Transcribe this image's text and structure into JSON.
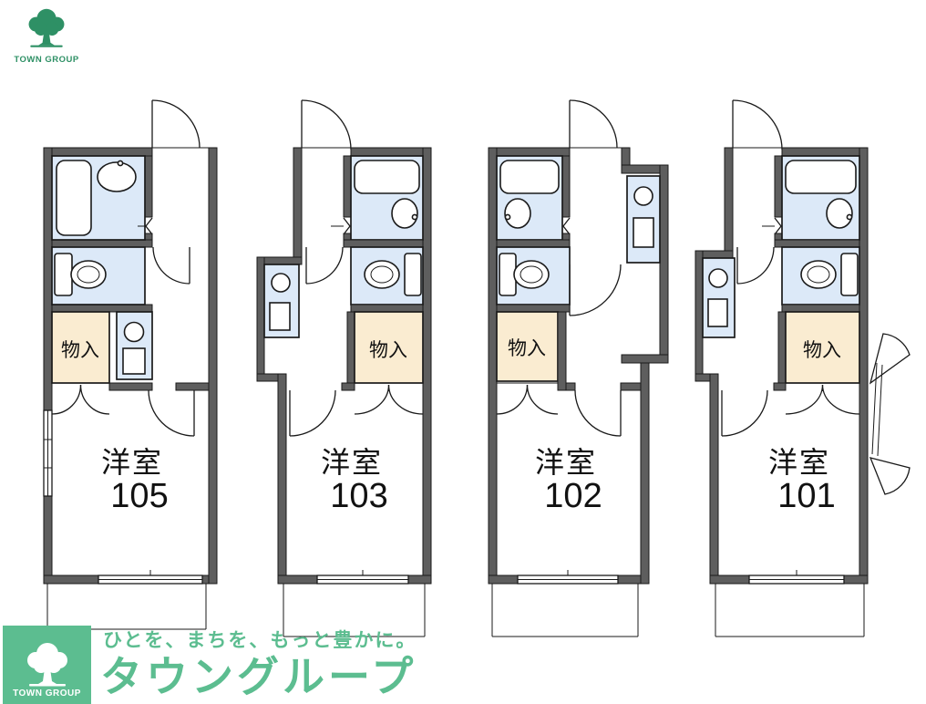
{
  "brand": {
    "top_logo_text": "TOWN GROUP",
    "footer": {
      "logo_text": "TOWN GROUP",
      "tagline": "ひとを、まちを、もっと豊かに。",
      "company": "タウングループ",
      "green": "#5cbd90",
      "logo_green": "#2e9065"
    }
  },
  "plan": {
    "closet_label": "物入",
    "room_label": "洋室",
    "units": [
      {
        "room_number": "105"
      },
      {
        "room_number": "103"
      },
      {
        "room_number": "102"
      },
      {
        "room_number": "101"
      }
    ],
    "colors": {
      "wall": "#5e5e5e",
      "fixture_fill": "#dce9f8",
      "storage_fill": "#faecd1",
      "outline": "#1a1a1a"
    }
  }
}
